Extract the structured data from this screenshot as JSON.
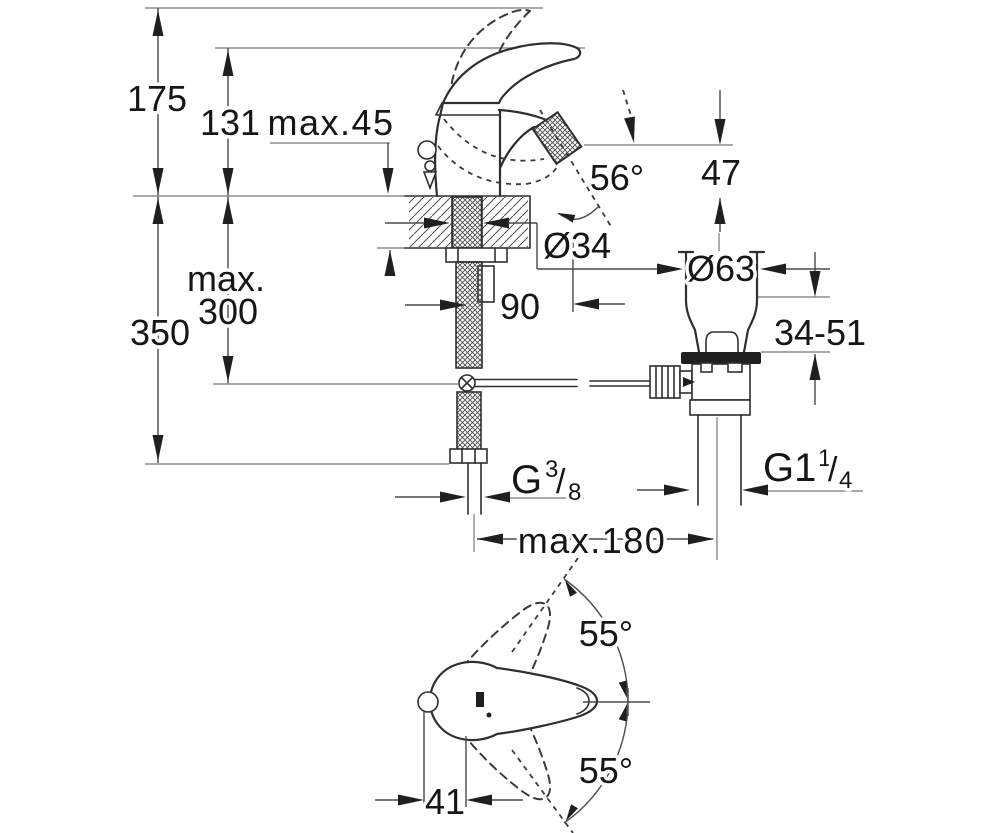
{
  "drawing": {
    "subject": "bidet-mixer-installation-diagram",
    "background_color": "#ffffff",
    "line_color": "#2f2f2f",
    "thin_line_color": "#8d8d8d",
    "text_color": "#161616"
  },
  "labels": {
    "overall_height": "175",
    "handle_height": "131",
    "max_mounting_thickness": "max.45",
    "spout_angle": "56°",
    "outlet_height": "47",
    "mounting_hole_diameter": "Ø34",
    "spout_reach": "90",
    "waste_flange_diameter": "Ø63",
    "max_below_line1": "max.",
    "max_below_line2": "300",
    "hose_length": "350",
    "waste_height_range": "34-51",
    "supply_thread_base": "G",
    "supply_thread_sup": "3",
    "supply_thread_slash": "/",
    "supply_thread_sub": "8",
    "waste_thread_base": "G1",
    "waste_thread_sup": "1",
    "waste_thread_slash": "/",
    "waste_thread_sub": "4",
    "max_rod_spread": "max.180",
    "handle_swing_up": "55°",
    "handle_swing_down": "55°",
    "handle_offset": "41"
  }
}
